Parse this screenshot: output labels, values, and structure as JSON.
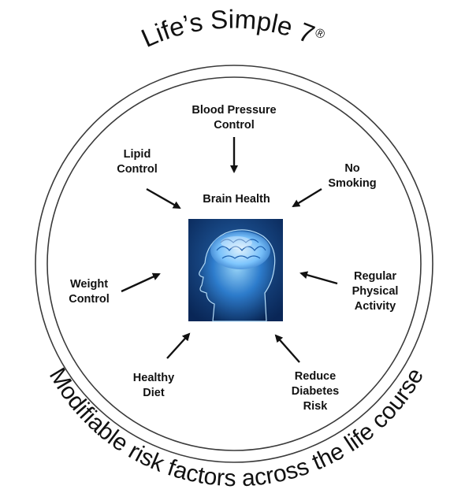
{
  "title": "Life’s Simple 7",
  "title_mark": "®",
  "bottom_caption": "Modifiable risk factors across the life course",
  "center": {
    "label": "Brain Health",
    "image": "brain-head-silhouette"
  },
  "factors": [
    {
      "key": "blood_pressure",
      "label": "Blood Pressure\nControl"
    },
    {
      "key": "lipid",
      "label": "Lipid\nControl"
    },
    {
      "key": "smoking",
      "label": "No\nSmoking"
    },
    {
      "key": "weight",
      "label": "Weight\nControl"
    },
    {
      "key": "activity",
      "label": "Regular\nPhysical\nActivity"
    },
    {
      "key": "diet",
      "label": "Healthy\nDiet"
    },
    {
      "key": "diabetes",
      "label": "Reduce\nDiabetes\nRisk"
    }
  ],
  "colors": {
    "ring": "#3a3a3a",
    "arrow": "#111111",
    "image_bg": "#0b2a5c",
    "brain": "#7fc7ff"
  }
}
